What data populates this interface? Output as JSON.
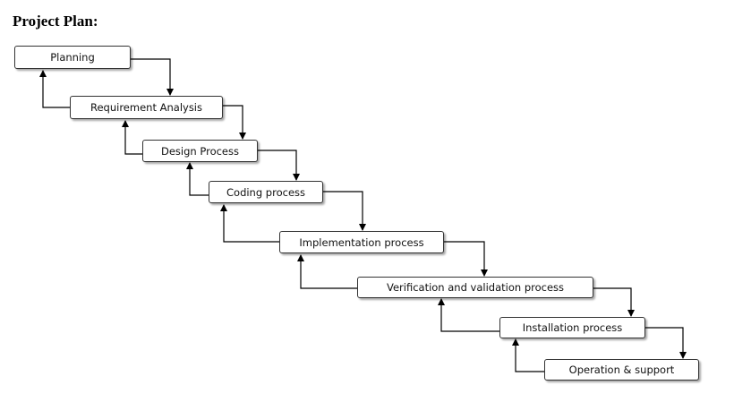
{
  "title": "Project Plan:",
  "steps": [
    {
      "label": "Planning"
    },
    {
      "label": "Requirement Analysis"
    },
    {
      "label": "Design Process"
    },
    {
      "label": "Coding process"
    },
    {
      "label": "Implementation process"
    },
    {
      "label": "Verification and validation process"
    },
    {
      "label": "Installation process"
    },
    {
      "label": "Operation & support"
    }
  ]
}
